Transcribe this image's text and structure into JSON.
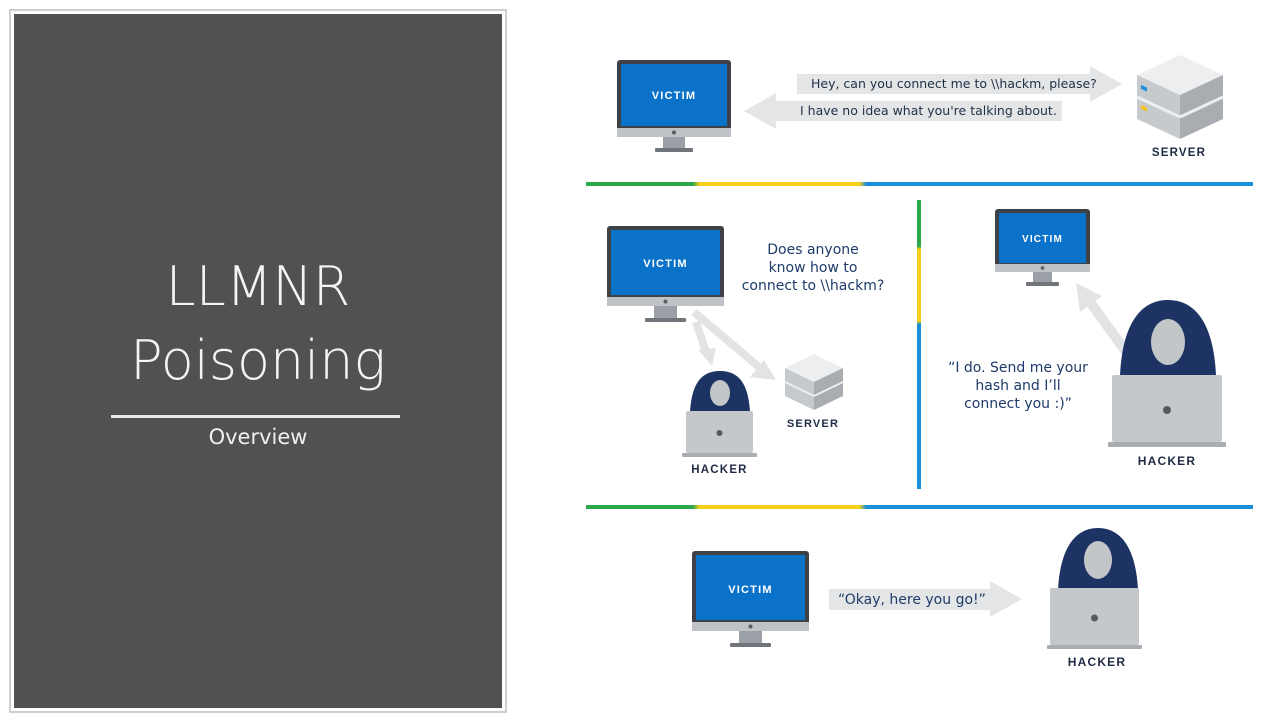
{
  "title_panel": {
    "title_line1": "LLMNR",
    "title_line2": "Poisoning",
    "subtitle": "Overview"
  },
  "diagram": {
    "step1": {
      "victim_label": "VICTIM",
      "server_label": "SERVER",
      "request_text": "Hey, can you connect me to \\\\hackm, please?",
      "response_text": "I have no idea what you're talking about."
    },
    "step2": {
      "victim_label": "VICTIM",
      "hacker_label": "HACKER",
      "server_label": "SERVER",
      "broadcast_lines": [
        "Does anyone",
        "know how to",
        "connect to \\\\hackm?"
      ]
    },
    "step3": {
      "victim_label": "VICTIM",
      "hacker_label": "HACKER",
      "reply_lines": [
        "“I do. Send me your",
        "hash and I’ll",
        "connect you :)”"
      ]
    },
    "step4": {
      "victim_label": "VICTIM",
      "hacker_label": "HACKER",
      "handoff_text": "“Okay, here you go!”"
    },
    "colors": {
      "screen_blue": "#0a72c9",
      "hood_navy": "#1c3363",
      "divider_green": "#2aa84a",
      "divider_yellow": "#f5cf1a",
      "divider_blue": "#1990d8"
    }
  }
}
